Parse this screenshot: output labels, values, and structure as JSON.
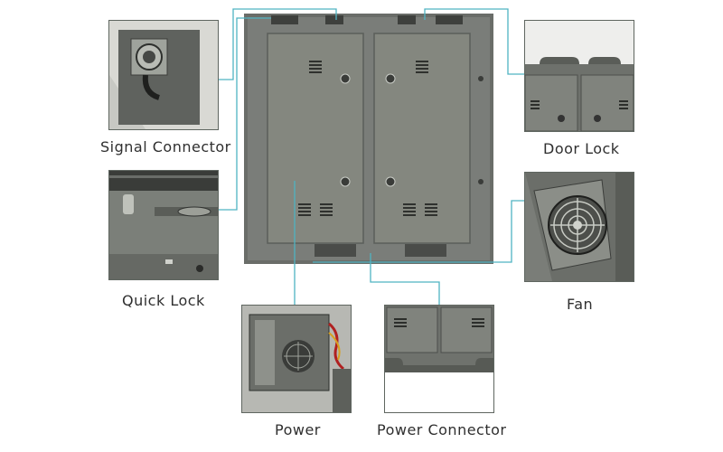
{
  "labels": {
    "signal_connector": "Signal Connector",
    "quick_lock": "Quick Lock",
    "power": "Power",
    "power_connector": "Power Connector",
    "fan": "Fan",
    "door_lock": "Door Lock"
  },
  "colors": {
    "leader_line": "#4fb3c2",
    "cabinet_body": "#6f726e",
    "panel_door": "#7d807c",
    "label_text": "#2f2f2f"
  },
  "icons": [
    "vent-icon",
    "lock-knob-icon",
    "fan-icon",
    "connector-icon"
  ]
}
